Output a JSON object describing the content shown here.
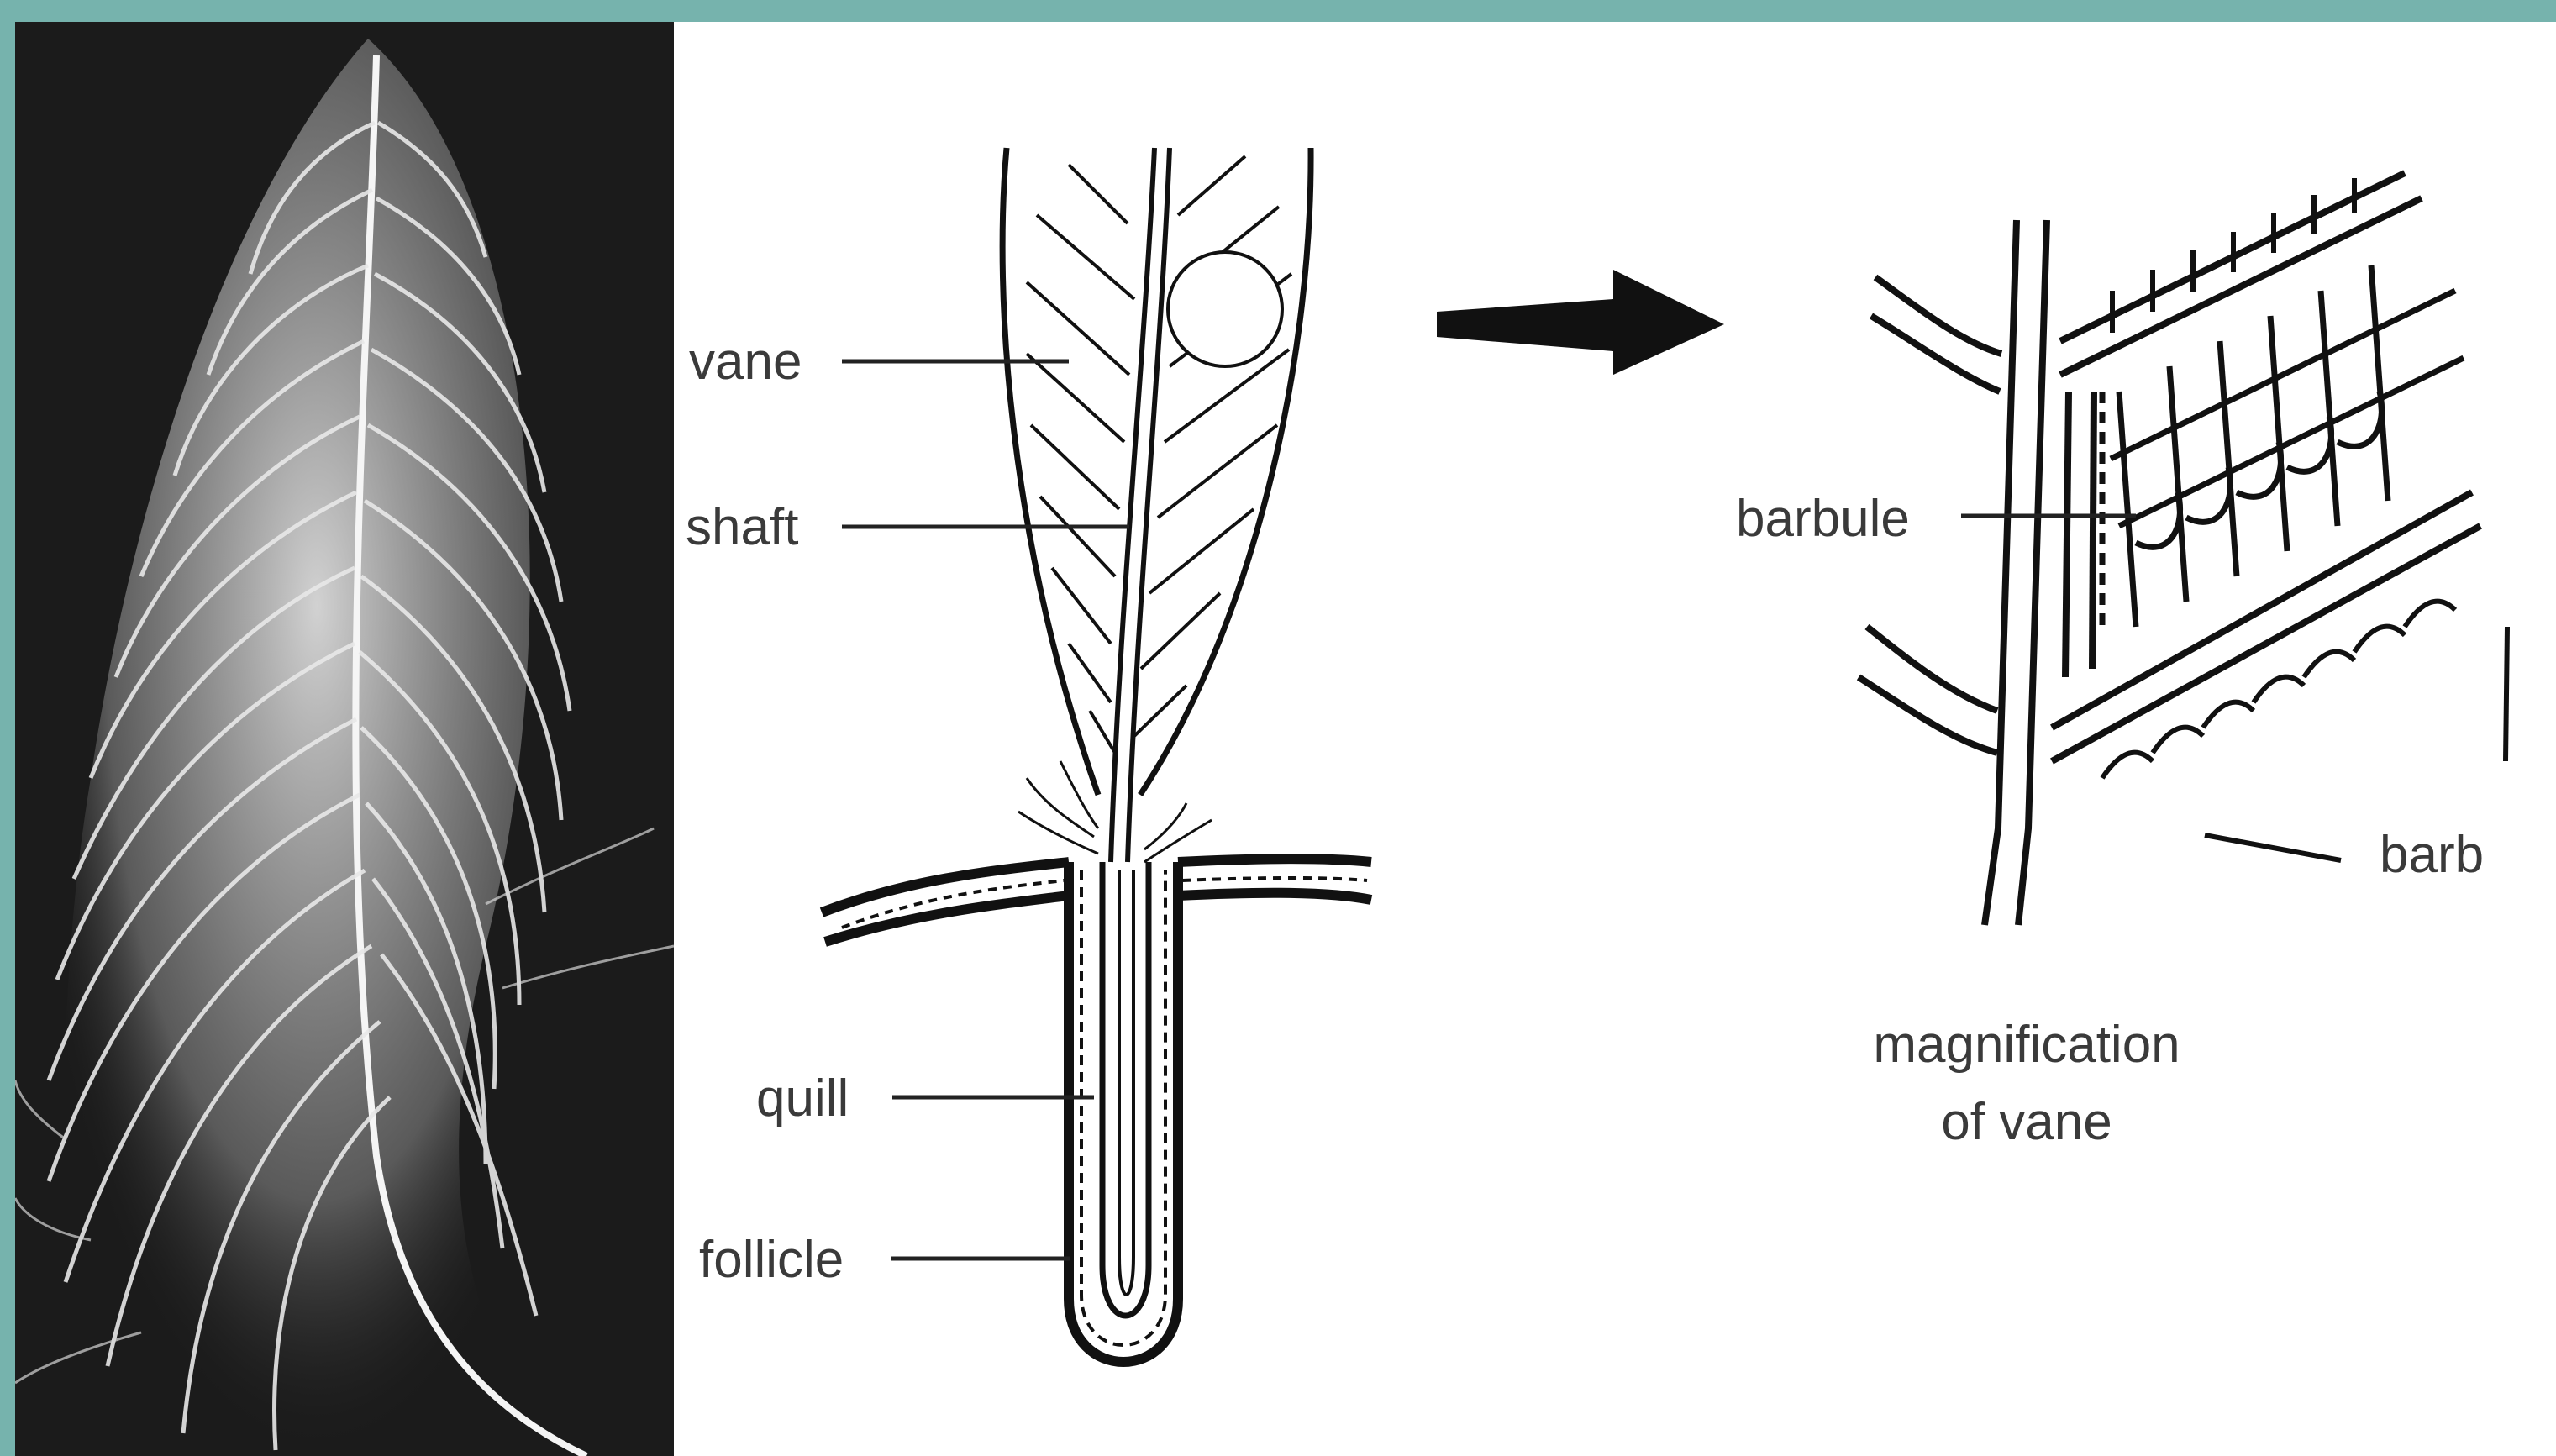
{
  "labels": {
    "vane": "vane",
    "shaft": "shaft",
    "quill": "quill",
    "follicle": "follicle",
    "barbule": "barbule",
    "barb": "barb",
    "magnification_line1": "magnification",
    "magnification_line2": "of vane"
  },
  "colors": {
    "frame": "#76b3ad",
    "photo_bg": "#1b1b1b",
    "feather": "#e4e4e4",
    "ink": "#111111"
  }
}
